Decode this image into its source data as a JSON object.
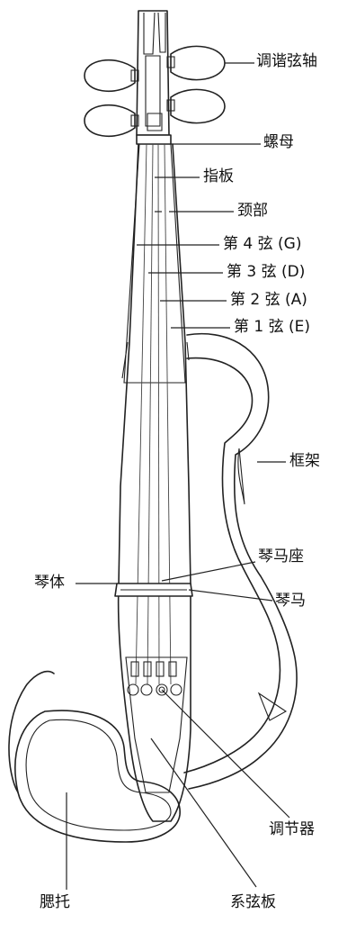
{
  "labels": {
    "tuning_pegs": "调谐弦轴",
    "nut": "螺母",
    "fingerboard": "指板",
    "neck": "颈部",
    "string4": "第 4 弦 (G)",
    "string3": "第 3 弦 (D)",
    "string2": "第 2 弦 (A)",
    "string1": "第 1 弦 (E)",
    "frame": "框架",
    "body": "琴体",
    "bridge_base": "琴马座",
    "bridge": "琴马",
    "fine_tuners": "调节器",
    "chin_rest": "腮托",
    "tailpiece": "系弦板"
  }
}
